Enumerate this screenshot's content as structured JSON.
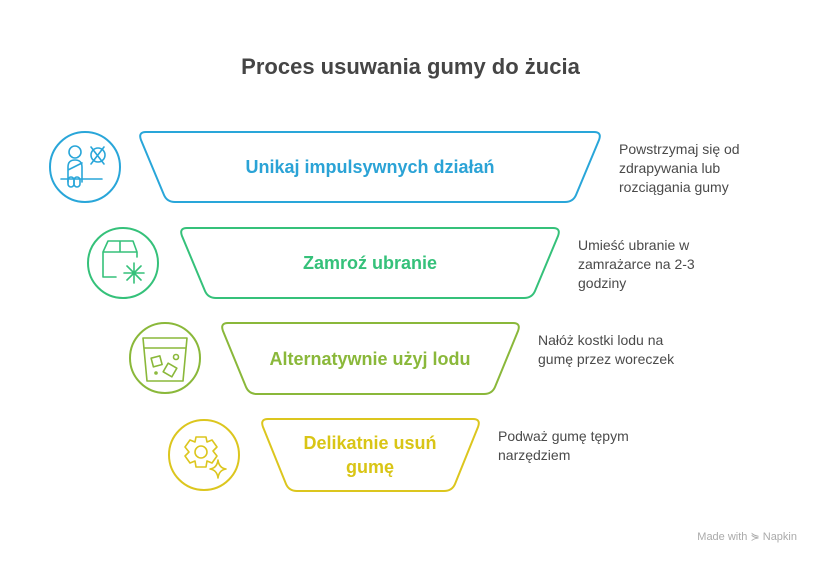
{
  "title": "Proces usuwania gumy do żucia",
  "steps": [
    {
      "label": "Unikaj impulsywnych działań",
      "description": [
        "Powstrzymaj się od",
        "zdrapywania lub",
        "rozciągania gumy"
      ],
      "icon": "person-no-scratch-icon",
      "color": "#29a6d9"
    },
    {
      "label": "Zamroź ubranie",
      "description": [
        "Umieść ubranie w",
        "zamrażarce na 2-3",
        "godziny"
      ],
      "icon": "box-freeze-icon",
      "color": "#35c17a"
    },
    {
      "label": "Alternatywnie użyj lodu",
      "description": [
        "Nałóż kostki lodu na",
        "gumę przez woreczek"
      ],
      "icon": "ice-glass-icon",
      "color": "#8ab83a"
    },
    {
      "label": "Delikatnie usuń gumę",
      "description": [
        "Podważ gumę tępym",
        "narzędziem"
      ],
      "icon": "gear-sparkle-icon",
      "color": "#dcc61e"
    }
  ],
  "footer": "Made with ⋟ Napkin"
}
